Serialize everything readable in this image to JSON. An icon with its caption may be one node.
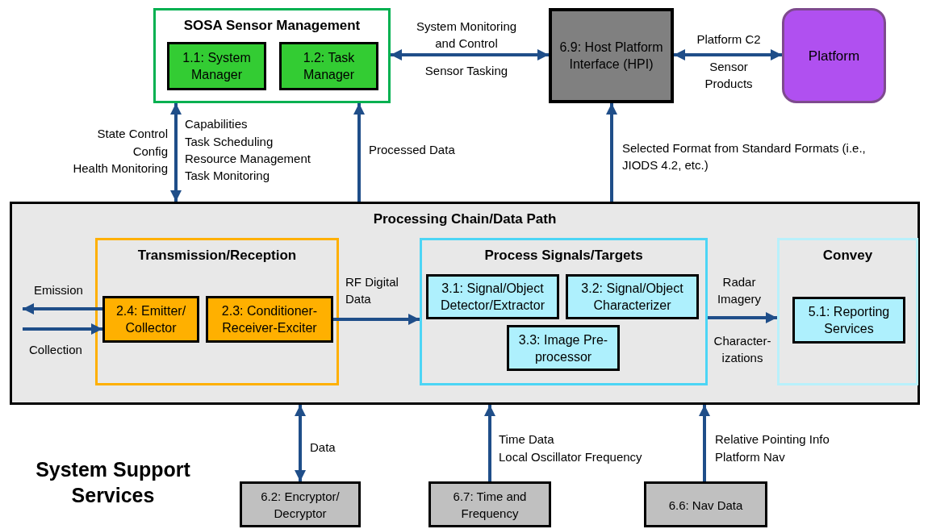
{
  "diagram": {
    "nodes": [
      {
        "text": [
          "SOSA Sensor Management"
        ]
      },
      {
        "text": [
          "1.1: System Manager"
        ],
        "in": 0
      },
      {
        "text": [
          "1.2: Task Manager"
        ],
        "in": 0
      },
      {
        "text": [
          "6.9: Host Platform Interface (HPI)"
        ]
      },
      {
        "text": [
          "Platform"
        ]
      },
      {
        "text": [
          "Processing Chain/Data Path"
        ]
      },
      {
        "text": [
          "Transmission/Reception"
        ],
        "in": 5
      },
      {
        "text": [
          "2.4: Emitter/ Collector"
        ],
        "in": 6
      },
      {
        "text": [
          "2.3: Conditioner-Receiver-Exciter"
        ],
        "in": 6
      },
      {
        "text": [
          "Process Signals/Targets"
        ],
        "in": 5
      },
      {
        "text": [
          "3.1: Signal/Object Detector/Extractor"
        ],
        "in": 9
      },
      {
        "text": [
          "3.2: Signal/Object Characterizer"
        ],
        "in": 9
      },
      {
        "text": [
          "3.3: Image Pre-processor"
        ],
        "in": 9
      },
      {
        "text": [
          "Convey"
        ],
        "in": 5
      },
      {
        "text": [
          "5.1: Reporting Services"
        ],
        "in": 13
      },
      {
        "text": [
          "6.2: Encryptor/ Decryptor"
        ]
      },
      {
        "text": [
          "6.7: Time and Frequency"
        ]
      },
      {
        "text": [
          "6.6: Nav Data"
        ]
      }
    ],
    "edges": [
      {
        "from": 0,
        "to": 3,
        "arrow": "both",
        "label": "System Monitoring and Control"
      },
      {
        "from": 3,
        "to": 4,
        "arrow": "both",
        "label": "Platform C2"
      },
      {
        "from": 5,
        "to": 0,
        "arrow": "both"
      },
      {
        "from": 5,
        "to": 0,
        "arrow": "to",
        "label": "Processed Data"
      },
      {
        "from": 5,
        "to": 3,
        "arrow": "to",
        "label": "Selected Format from Standard Formats (i.e., JIODS 4.2, etc.)"
      },
      {
        "from": 7,
        "to": null,
        "arrow": "to",
        "label": "Emission"
      },
      {
        "from": null,
        "to": 7,
        "arrow": "to",
        "label": "Collection"
      },
      {
        "from": 8,
        "to": 9,
        "arrow": "to",
        "label": "RF Digital Data"
      },
      {
        "from": 9,
        "to": 13,
        "arrow": "to",
        "label": "Radar Imagery"
      },
      {
        "from": 15,
        "to": 5,
        "arrow": "both",
        "label": "Data"
      },
      {
        "from": 16,
        "to": 5,
        "arrow": "to",
        "label": "Time Data"
      },
      {
        "from": 17,
        "to": 5,
        "arrow": "to",
        "label": "Relative Pointing Info"
      }
    ],
    "labels": [
      "Sensor Tasking",
      "Sensor Products",
      "State Control",
      "Config",
      "Health Monitoring",
      "Capabilities",
      "Task Scheduling",
      "Resource Management",
      "Task Monitoring",
      "Character-izations",
      "Local Oscillator Frequency",
      "Platform Nav",
      "System Support Services"
    ]
  }
}
